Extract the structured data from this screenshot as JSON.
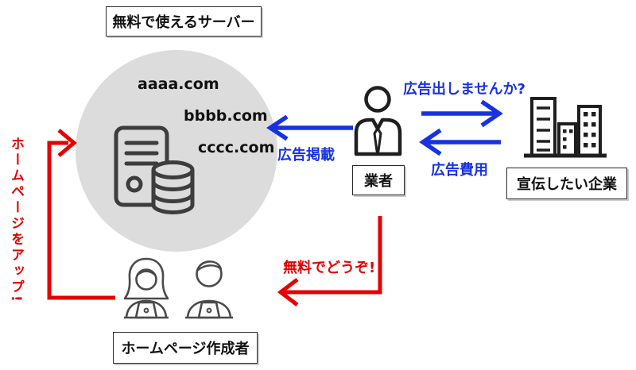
{
  "diagram": {
    "server_group": {
      "title_box": "無料で使えるサーバー",
      "domains": [
        "aaaa.com",
        "bbbb.com",
        "cccc.com"
      ]
    },
    "vendor_label": "業者",
    "advertiser_label": "宣伝したい企業",
    "creator_label": "ホームページ作成者",
    "blue_texts": {
      "invite": "広告出しませんか?",
      "fee": "広告費用",
      "placement": "広告掲載"
    },
    "red_texts": {
      "free_offer": "無料でどうぞ!",
      "upload": "ホームページをアップ!"
    },
    "icons": {
      "server": "server-with-database-icon",
      "vendor": "businessperson-icon",
      "advertiser": "office-buildings-icon",
      "creator_woman": "woman-at-laptop-icon",
      "creator_man": "man-at-laptop-icon"
    },
    "colors": {
      "blue_accent": "#1832e2",
      "red_accent": "#e60000",
      "circle_gray": "#dcdcdc",
      "icon_dark": "#3d3d3d",
      "figure_black": "#1f1f1f",
      "creator_gray": "#4a4a4a"
    }
  }
}
